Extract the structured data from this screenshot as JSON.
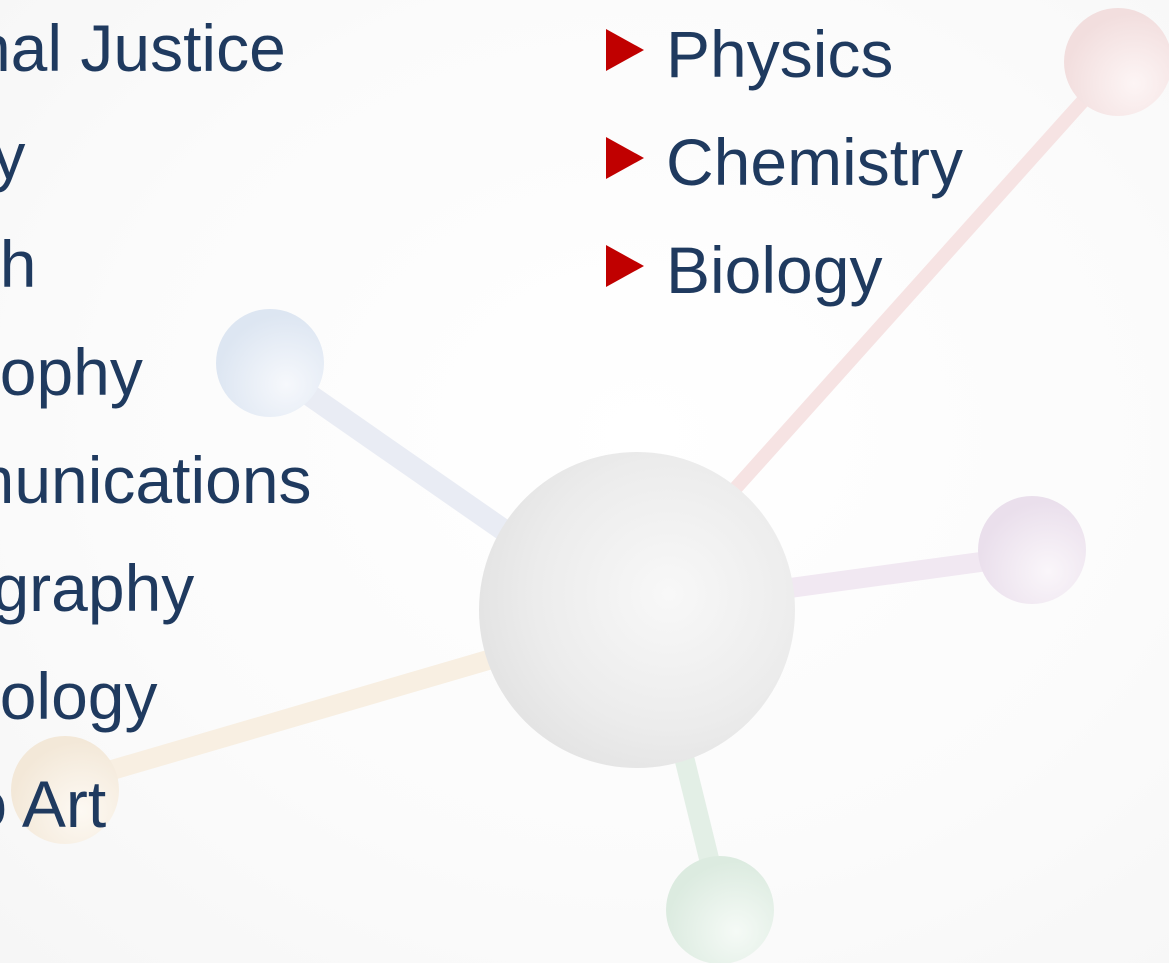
{
  "left_list": {
    "items": [
      "Criminal Justice",
      "History",
      "English",
      "Philosophy",
      "Communications",
      "Photography",
      "Psychology",
      "Studio Art"
    ]
  },
  "right_list": {
    "items": [
      "Physics",
      "Chemistry",
      "Biology"
    ]
  },
  "colors": {
    "text": "#1f3a5f",
    "bullet": "#c00000"
  },
  "icons": {
    "bullet": "red-triangle-bullet-icon",
    "background": "molecule-illustration"
  }
}
